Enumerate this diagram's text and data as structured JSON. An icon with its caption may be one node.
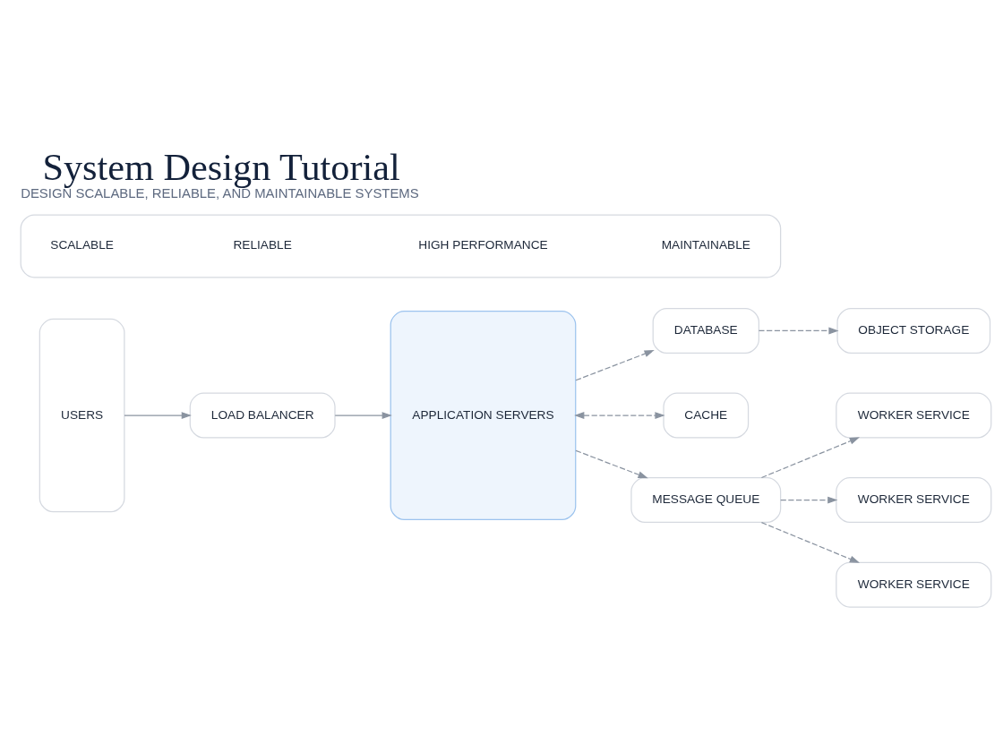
{
  "diagram": {
    "title": "System Design Tutorial",
    "caption": "DESIGN SCALABLE, RELIABLE, AND MAINTAINABLE SYSTEMS",
    "nodes": [
      {
        "text": [
          "USERS"
        ]
      },
      {
        "text": [
          "LOAD BALANCER"
        ]
      },
      {
        "text": [
          "APPLICATION SERVERS"
        ]
      },
      {
        "text": [
          "DATABASE"
        ]
      },
      {
        "text": [
          "CACHE"
        ]
      },
      {
        "text": [
          "OBJECT STORAGE"
        ]
      },
      {
        "text": [
          "MESSAGE QUEUE"
        ]
      },
      {
        "text": [
          "WORKER SERVICE"
        ]
      },
      {
        "text": [
          "WORKER SERVICE"
        ]
      },
      {
        "text": [
          "WORKER SERVICE"
        ]
      },
      {
        "text": [],
        "shape": "box"
      },
      {
        "text": [
          "SCALABLE"
        ],
        "in": 10
      },
      {
        "text": [
          "RELIABLE"
        ],
        "in": 10
      },
      {
        "text": [
          "HIGH PERFORMANCE"
        ],
        "in": 10
      },
      {
        "text": [
          "MAINTAINABLE"
        ],
        "in": 10
      }
    ],
    "edges": [
      {
        "from": 0,
        "to": 1,
        "arrow": "to"
      },
      {
        "from": 1,
        "to": 2,
        "arrow": "to"
      },
      {
        "from": 2,
        "to": 3,
        "arrow": "to",
        "style": "dashed"
      },
      {
        "from": 2,
        "to": 4,
        "arrow": "both",
        "style": "dashed"
      },
      {
        "from": 3,
        "to": 5,
        "arrow": "to",
        "style": "dashed"
      },
      {
        "from": 2,
        "to": 6,
        "arrow": "to",
        "style": "dashed"
      },
      {
        "from": 6,
        "to": 7,
        "arrow": "to",
        "style": "dashed"
      },
      {
        "from": 6,
        "to": 8,
        "arrow": "to",
        "style": "dashed"
      },
      {
        "from": 6,
        "to": 9,
        "arrow": "to",
        "style": "dashed"
      }
    ]
  }
}
